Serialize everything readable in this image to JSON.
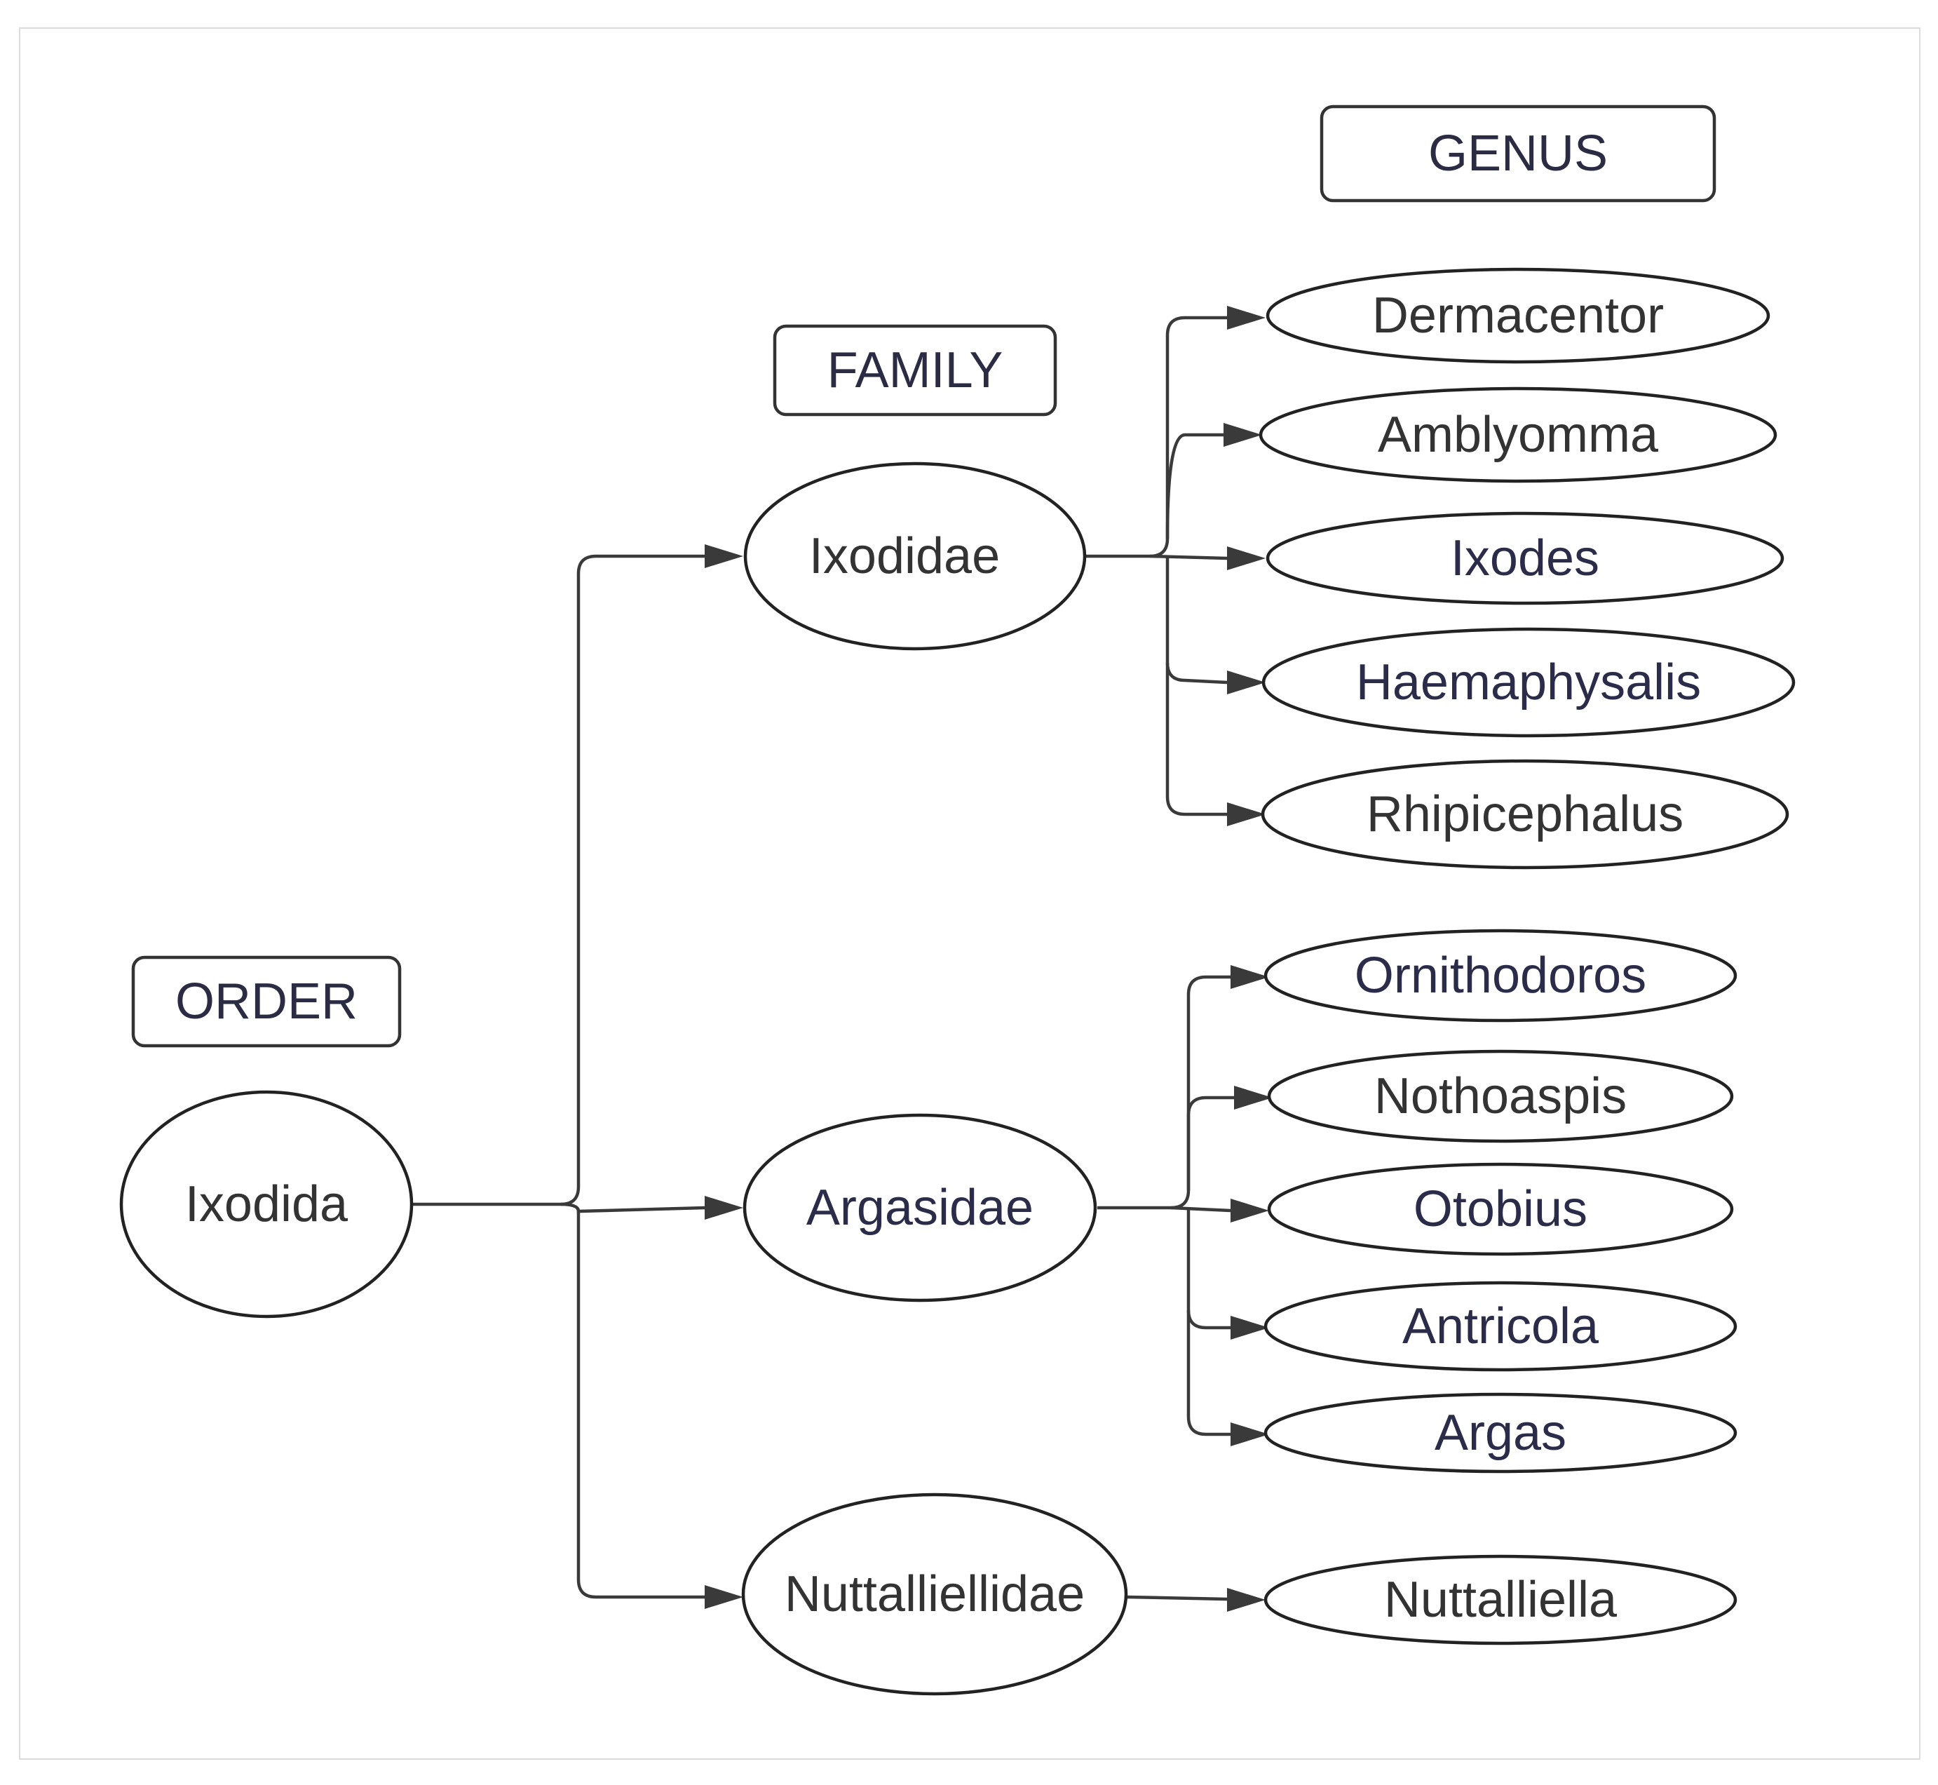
{
  "headers": {
    "order": "ORDER",
    "family": "FAMILY",
    "genus": "GENUS"
  },
  "order": {
    "name": "Ixodida",
    "color": "#333333"
  },
  "families": [
    {
      "name": "Ixodidae",
      "color": "#333333",
      "genera": [
        {
          "name": "Dermacentor",
          "color": "#333333"
        },
        {
          "name": "Amblyomma",
          "color": "#333333"
        },
        {
          "name": "Ixodes",
          "color": "#2b2b4a"
        },
        {
          "name": "Haemaphysalis",
          "color": "#2b2b4a"
        },
        {
          "name": "Rhipicephalus",
          "color": "#333333"
        }
      ]
    },
    {
      "name": "Argasidae",
      "color": "#2b2b4a",
      "genera": [
        {
          "name": "Ornithodoros",
          "color": "#2b2b4a"
        },
        {
          "name": "Nothoaspis",
          "color": "#333333"
        },
        {
          "name": "Otobius",
          "color": "#2b2b4a"
        },
        {
          "name": "Antricola",
          "color": "#2b2b4a"
        },
        {
          "name": "Argas",
          "color": "#2b2b4a"
        }
      ]
    },
    {
      "name": "Nuttalliellidae",
      "color": "#333333",
      "genera": [
        {
          "name": "Nuttalliella",
          "color": "#333333"
        }
      ]
    }
  ]
}
